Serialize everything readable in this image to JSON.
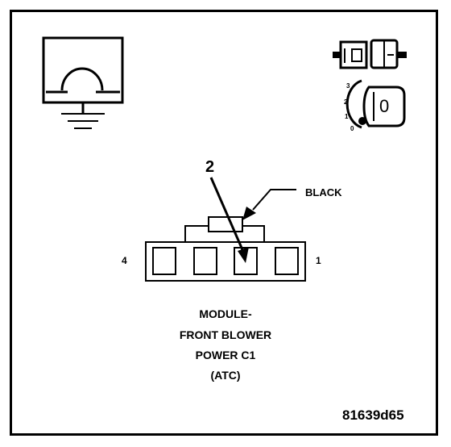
{
  "connector": {
    "title_lines": [
      "MODULE-",
      "FRONT BLOWER",
      "POWER C1",
      "(ATC)"
    ],
    "wire_color": "BLACK",
    "pin_callout": "2",
    "pin_left": "4",
    "pin_right": "1"
  },
  "key_icon": {
    "positions": [
      "3",
      "2",
      "1",
      "0"
    ],
    "key_label": "0"
  },
  "figure_id": "81639d65",
  "icons": [
    "ground-ohm-meter-icon",
    "connector-disconnect-icon",
    "ignition-key-off-icon"
  ],
  "colors": {
    "ink": "#000000",
    "background": "#ffffff"
  }
}
